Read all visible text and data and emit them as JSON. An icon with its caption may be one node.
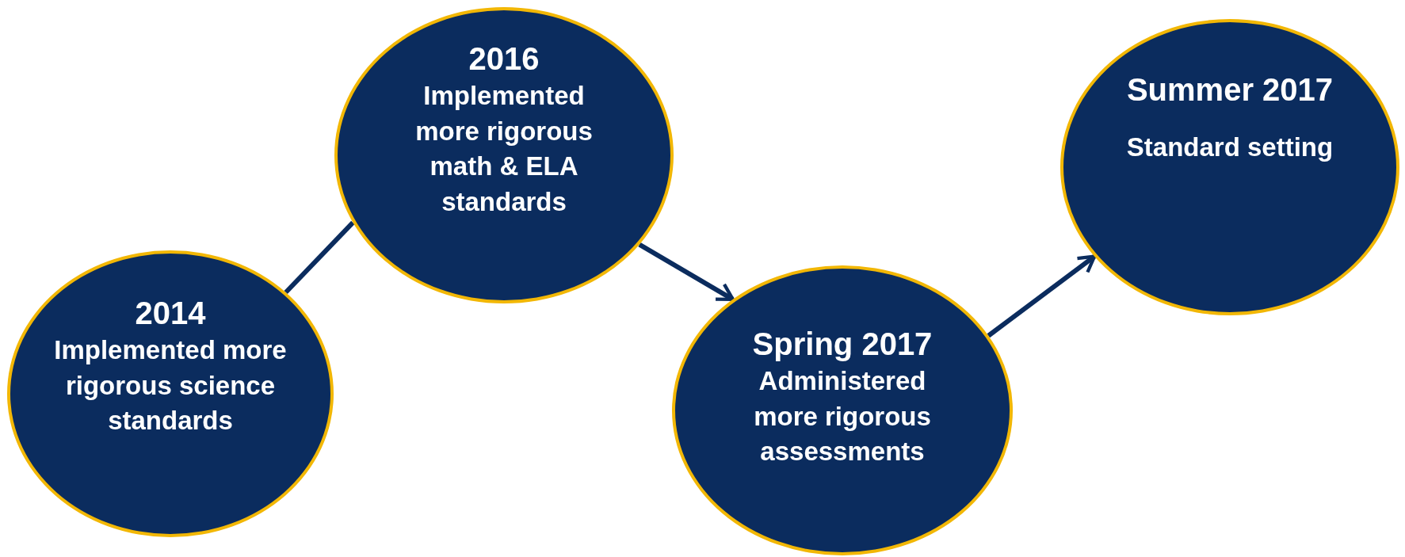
{
  "diagram": {
    "nodes": [
      {
        "text": [
          "2014",
          "Implemented more rigorous science standards"
        ]
      },
      {
        "text": [
          "2016",
          "Implemented more rigorous math & ELA standards"
        ]
      },
      {
        "text": [
          "Spring 2017",
          "Administered more rigorous assessments"
        ]
      },
      {
        "text": [
          "Summer 2017",
          "Standard setting"
        ]
      }
    ],
    "edges": [
      {
        "from": 0,
        "to": 1,
        "arrow": "none"
      },
      {
        "from": 1,
        "to": 2,
        "arrow": "to"
      },
      {
        "from": 2,
        "to": 3,
        "arrow": "to"
      }
    ]
  }
}
